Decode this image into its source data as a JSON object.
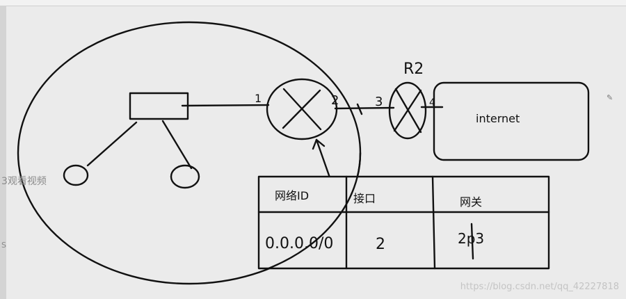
{
  "labels": {
    "router_r2": "R2",
    "port_1": "1",
    "port_2": "2",
    "port_3": "3",
    "port_4": "4",
    "internet": "internet"
  },
  "table": {
    "headers": [
      "网络ID",
      "接口",
      "网关"
    ],
    "row": [
      "0.0.0.0/0",
      "2",
      "2p3"
    ]
  },
  "sidebar": {
    "label_primary": "3观看视频",
    "label_secondary": "S"
  },
  "watermark": "https://blog.csdn.net/qq_42227818",
  "icons": {
    "pencil": "pencil-icon"
  }
}
